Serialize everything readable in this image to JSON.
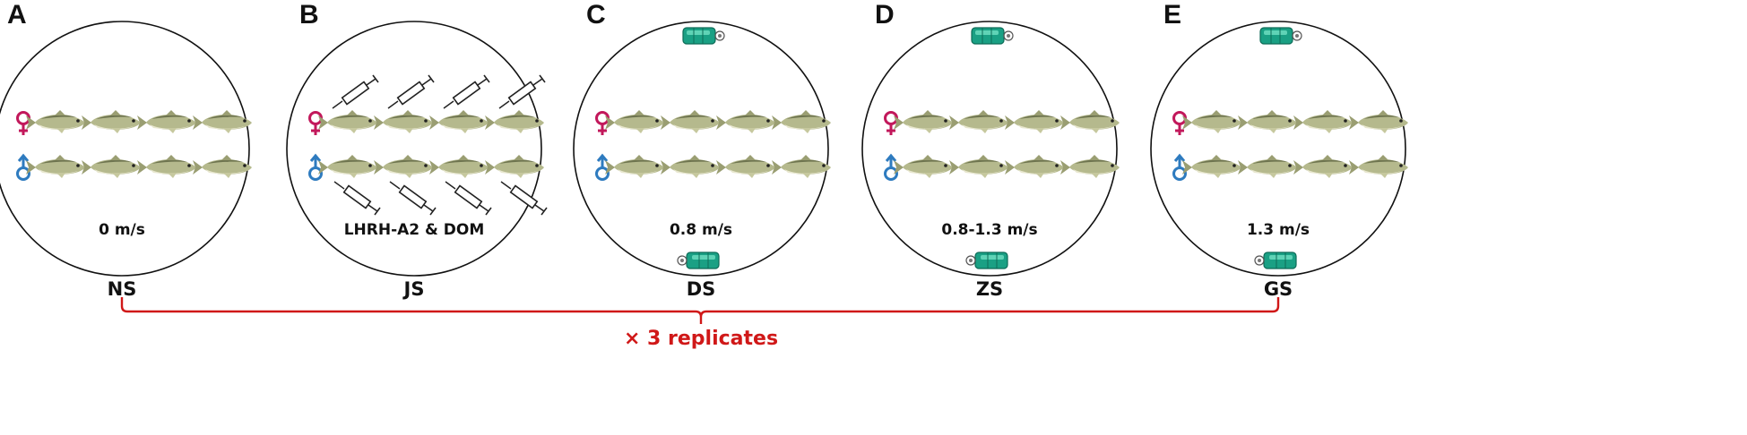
{
  "colors": {
    "female": "#c2185b",
    "male": "#2e7bbf",
    "bracket": "#d01818",
    "device": "#1aa084",
    "fish_body": "#b5b98d",
    "fish_belly": "#e8e7cf",
    "fish_back": "#6f7550"
  },
  "icons": {
    "female": "female-symbol-icon",
    "male": "male-symbol-icon",
    "fish": "fish-icon",
    "syringe": "syringe-icon",
    "device": "flow-generator-icon"
  },
  "panels": [
    {
      "letter": "A",
      "code": "NS",
      "speed": "0 m/s",
      "syringes": false,
      "devices": false
    },
    {
      "letter": "B",
      "code": "JS",
      "speed": "LHRH-A2 & DOM",
      "syringes": true,
      "devices": false
    },
    {
      "letter": "C",
      "code": "DS",
      "speed": "0.8 m/s",
      "syringes": false,
      "devices": true
    },
    {
      "letter": "D",
      "code": "ZS",
      "speed": "0.8-1.3 m/s",
      "syringes": false,
      "devices": true
    },
    {
      "letter": "E",
      "code": "GS",
      "speed": "1.3 m/s",
      "syringes": false,
      "devices": true
    }
  ],
  "fish_per_row": 4,
  "replicates_label": "× 3 replicates"
}
